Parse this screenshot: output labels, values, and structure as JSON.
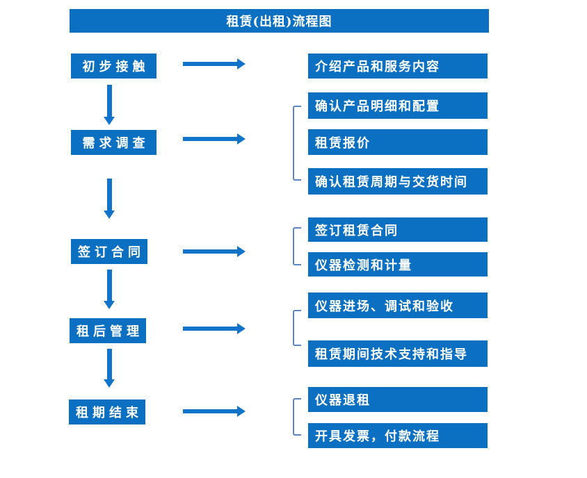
{
  "title": "租赁(出租)流程图",
  "colors": {
    "box_blue": "#0b70c1",
    "arrow_blue": "#1173c9",
    "bracket_blue": "#5b84c4",
    "text_white": "#ffffff"
  },
  "flow": [
    {
      "step": "初步接触",
      "outputs": [
        "介绍产品和服务内容"
      ]
    },
    {
      "step": "需求调查",
      "outputs": [
        "确认产品明细和配置",
        "租赁报价",
        "确认租赁周期与交货时间"
      ]
    },
    {
      "step": "签订合同",
      "outputs": [
        "签订租赁合同",
        "仪器检测和计量"
      ]
    },
    {
      "step": "租后管理",
      "outputs": [
        "仪器进场、调试和验收",
        "租赁期间技术支持和指导"
      ]
    },
    {
      "step": "租期结束",
      "outputs": [
        "仪器退租",
        "开具发票，付款流程"
      ]
    }
  ]
}
